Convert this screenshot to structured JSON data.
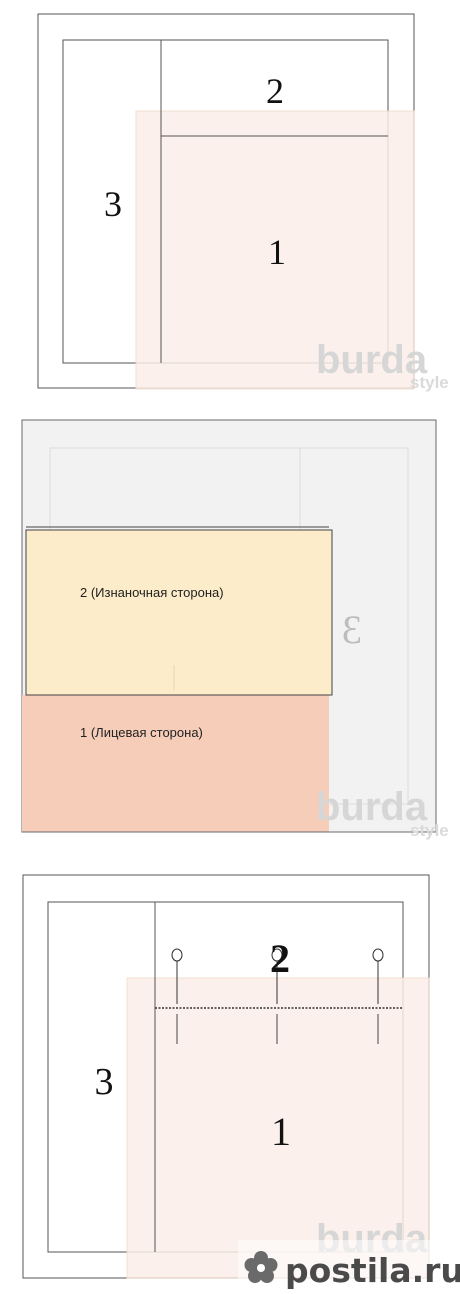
{
  "diagram1": {
    "label_1": "1",
    "label_2": "2",
    "label_3": "3"
  },
  "diagram2": {
    "label_2": "2 (Изнаночная сторона)",
    "label_1": "1 (Лицевая сторона)",
    "label_3": "3"
  },
  "diagram3": {
    "label_1": "1",
    "label_2": "2",
    "label_3": "3"
  },
  "watermark": {
    "brand": "burda",
    "sub": "style"
  },
  "site_watermark": {
    "text": "postila.ru"
  },
  "colors": {
    "fabric_light_pink": "#fbeee8",
    "fabric_yellow": "#fcecc9",
    "fabric_salmon": "#f5cdb9",
    "panel_gray": "#f2f2f2",
    "outline": "#444444"
  },
  "icons": [
    "pin-icon",
    "flower-logo-icon"
  ]
}
